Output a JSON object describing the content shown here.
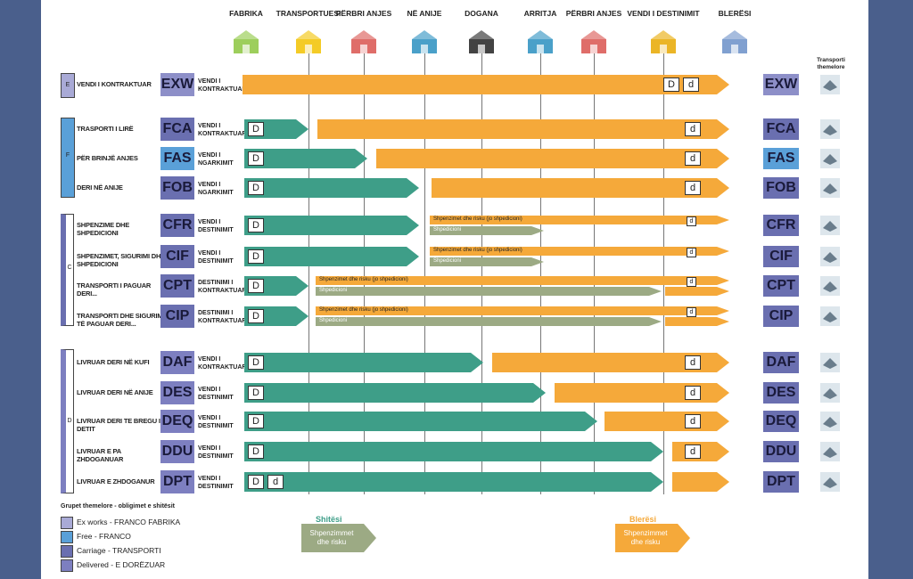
{
  "stages": [
    {
      "id": "fabrika",
      "label": "FABRIKA",
      "icon": "factory-icon"
    },
    {
      "id": "transportuesi",
      "label": "TRANSPORTUESI",
      "icon": "truck-icon"
    },
    {
      "id": "perbri1",
      "label": "PËRBRI ANJES",
      "icon": "ship-side-icon"
    },
    {
      "id": "neanije1",
      "label": "NË ANIJE",
      "icon": "ship-icon"
    },
    {
      "id": "dogana",
      "label": "DOGANA",
      "icon": "customs-icon"
    },
    {
      "id": "arritja",
      "label": "ARRITJA",
      "icon": "arrival-ship-icon"
    },
    {
      "id": "perbri2",
      "label": "PËRBRI ANJES",
      "icon": "ship-side-icon"
    },
    {
      "id": "vendi",
      "label": "VENDI I DESTINIMIT",
      "icon": "warehouse-icon"
    },
    {
      "id": "bleresi",
      "label": "BLERËSI",
      "icon": "buyer-building-icon"
    }
  ],
  "right_header": "Transporti themelore",
  "groups": [
    {
      "letter": "E",
      "label": "E"
    },
    {
      "letter": "F",
      "label": "F"
    },
    {
      "letter": "C",
      "label": "C"
    },
    {
      "letter": "D",
      "label": "D"
    }
  ],
  "terms": [
    {
      "code": "EXW",
      "desc": "VENDI I KONTRAKTUAR",
      "place": "VENDI I KONTRAKTUAR",
      "seller_end": "none",
      "buyer_from": "fabrika",
      "marks": [
        "D",
        "d"
      ]
    },
    {
      "code": "FCA",
      "desc": "TRASPORTI I LIRË",
      "place": "VENDI I KONTRAKTUAR",
      "marks": [
        "D",
        "d"
      ]
    },
    {
      "code": "FAS",
      "desc": "PËR BRINJË ANJES",
      "place": "VENDI I NGARKIMIT",
      "marks": [
        "D",
        "d"
      ]
    },
    {
      "code": "FOB",
      "desc": "DERI NË ANIJE",
      "place": "VENDI I NGARKIMIT",
      "marks": [
        "D",
        "d"
      ]
    },
    {
      "code": "CFR",
      "desc": "SHPENZIME DHE SHPEDICIONI",
      "place": "VENDI I DESTINIMIT",
      "marks": [
        "D",
        "d"
      ],
      "cost_label": "Shpenzimet dhe risku (jo shpedicioni)",
      "ship_label": "Shpedicioni"
    },
    {
      "code": "CIF",
      "desc": "SHPENZIMET, SIGURIMI DHE SHPEDICIONI",
      "place": "VENDI I DESTINIMIT",
      "marks": [
        "D",
        "d"
      ],
      "cost_label": "Shpenzimet dhe risku (jo shpedicioni)",
      "ship_label": "Shpedicioni"
    },
    {
      "code": "CPT",
      "desc": "TRANSPORTI I PAGUAR DERI...",
      "place": "DESTINIMI I KONTRAKTUAR",
      "marks": [
        "D",
        "d"
      ],
      "cost_label": "Shpenzimet dhe risku (jo shpedicioni)",
      "ship_label": "Shpedicioni"
    },
    {
      "code": "CIP",
      "desc": "TRANSPORTI DHE SIGURIMI TË PAGUAR DERI...",
      "place": "DESTINIMI I KONTRAKTUAR",
      "marks": [
        "D",
        "d"
      ],
      "cost_label": "Shpenzimet dhe risku (jo shpedicioni)",
      "ship_label": "Shpedicioni"
    },
    {
      "code": "DAF",
      "desc": "LIVRUAR DERI NË KUFI",
      "place": "VENDI I KONTRAKTUAR",
      "marks": [
        "D",
        "d"
      ]
    },
    {
      "code": "DES",
      "desc": "LIVRUAR DERI NË ANIJE",
      "place": "VENDI I DESTINIMIT",
      "marks": [
        "D",
        "d"
      ]
    },
    {
      "code": "DEQ",
      "desc": "LIVRUAR DERI TE BREGU I DETIT",
      "place": "VENDI I DESTINIMIT",
      "marks": [
        "D",
        "d"
      ]
    },
    {
      "code": "DDU",
      "desc": "LIVRUAR E PA ZHDOGANUAR",
      "place": "VENDI I DESTINIMIT",
      "marks": [
        "D",
        "d"
      ]
    },
    {
      "code": "DPT",
      "desc": "LIVRUAR E ZHDOGANUR",
      "place": "VENDI I DESTINIMIT",
      "marks": [
        "D",
        "d"
      ]
    }
  ],
  "legend": {
    "title": "Grupet themelore - obligimet e shitësit",
    "items": [
      {
        "label": "Ex works  - FRANCO FABRIKA",
        "color": "#a9aad6"
      },
      {
        "label": "Free      - FRANCO",
        "color": "#5aa0d8"
      },
      {
        "label": "Carriage  - TRANSPORTI",
        "color": "#6a6fb0"
      },
      {
        "label": "Delivered - E DORËZUAR",
        "color": "#7d7fc0"
      }
    ]
  },
  "seller_key": {
    "title": "Shitësi",
    "text": "Shpenzimmet dhe risku"
  },
  "buyer_key": {
    "title": "Blerësi",
    "text": "Shpenzimmet dhe risku"
  },
  "colors": {
    "seller": "#3e9e88",
    "buyer": "#f5a93a",
    "shipping": "#9caa84",
    "background": "#4a5f8c"
  }
}
